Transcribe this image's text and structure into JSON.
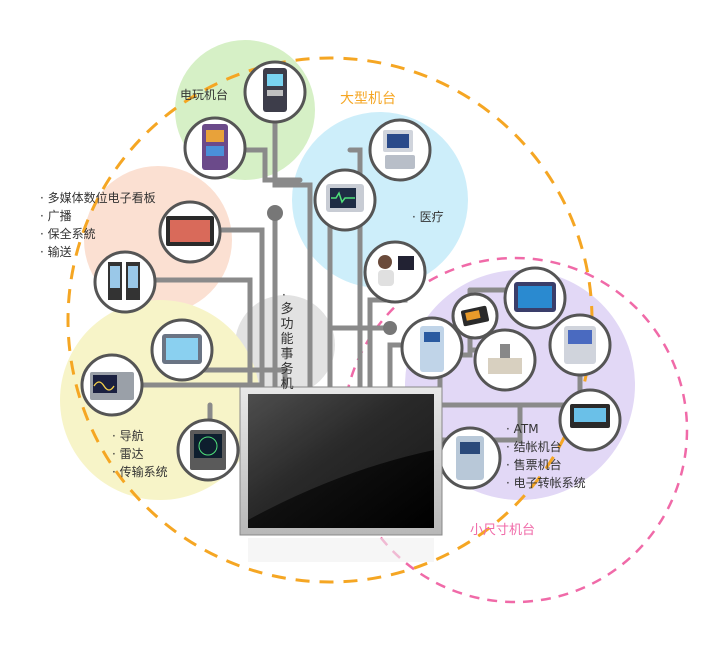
{
  "labels": {
    "arcade": "电玩机台",
    "large": "大型机台",
    "medical": "· 医疗",
    "signage": [
      "· 多媒体数位电子看板",
      "· 广播",
      "· 保全系統",
      "· 输送"
    ],
    "multi_bullet": "·",
    "multi": "多功能事务机",
    "nav": [
      "· 导航",
      "· 雷达",
      "· 传输系统"
    ],
    "small_items": [
      "· ATM",
      "· 结帐机台",
      "· 售票机台",
      "· 电子转帐系统"
    ],
    "small": "小尺寸机台"
  },
  "colors": {
    "orange": "#f5a623",
    "pink": "#f06aa8",
    "connector": "#8a8a8a",
    "green": "#d6f0c6",
    "blue": "#cdeefa",
    "peach": "#fbe0d2",
    "yellow": "#f7f4c8",
    "purple": "#e2d8f6",
    "gray": "#e2e2e2"
  }
}
